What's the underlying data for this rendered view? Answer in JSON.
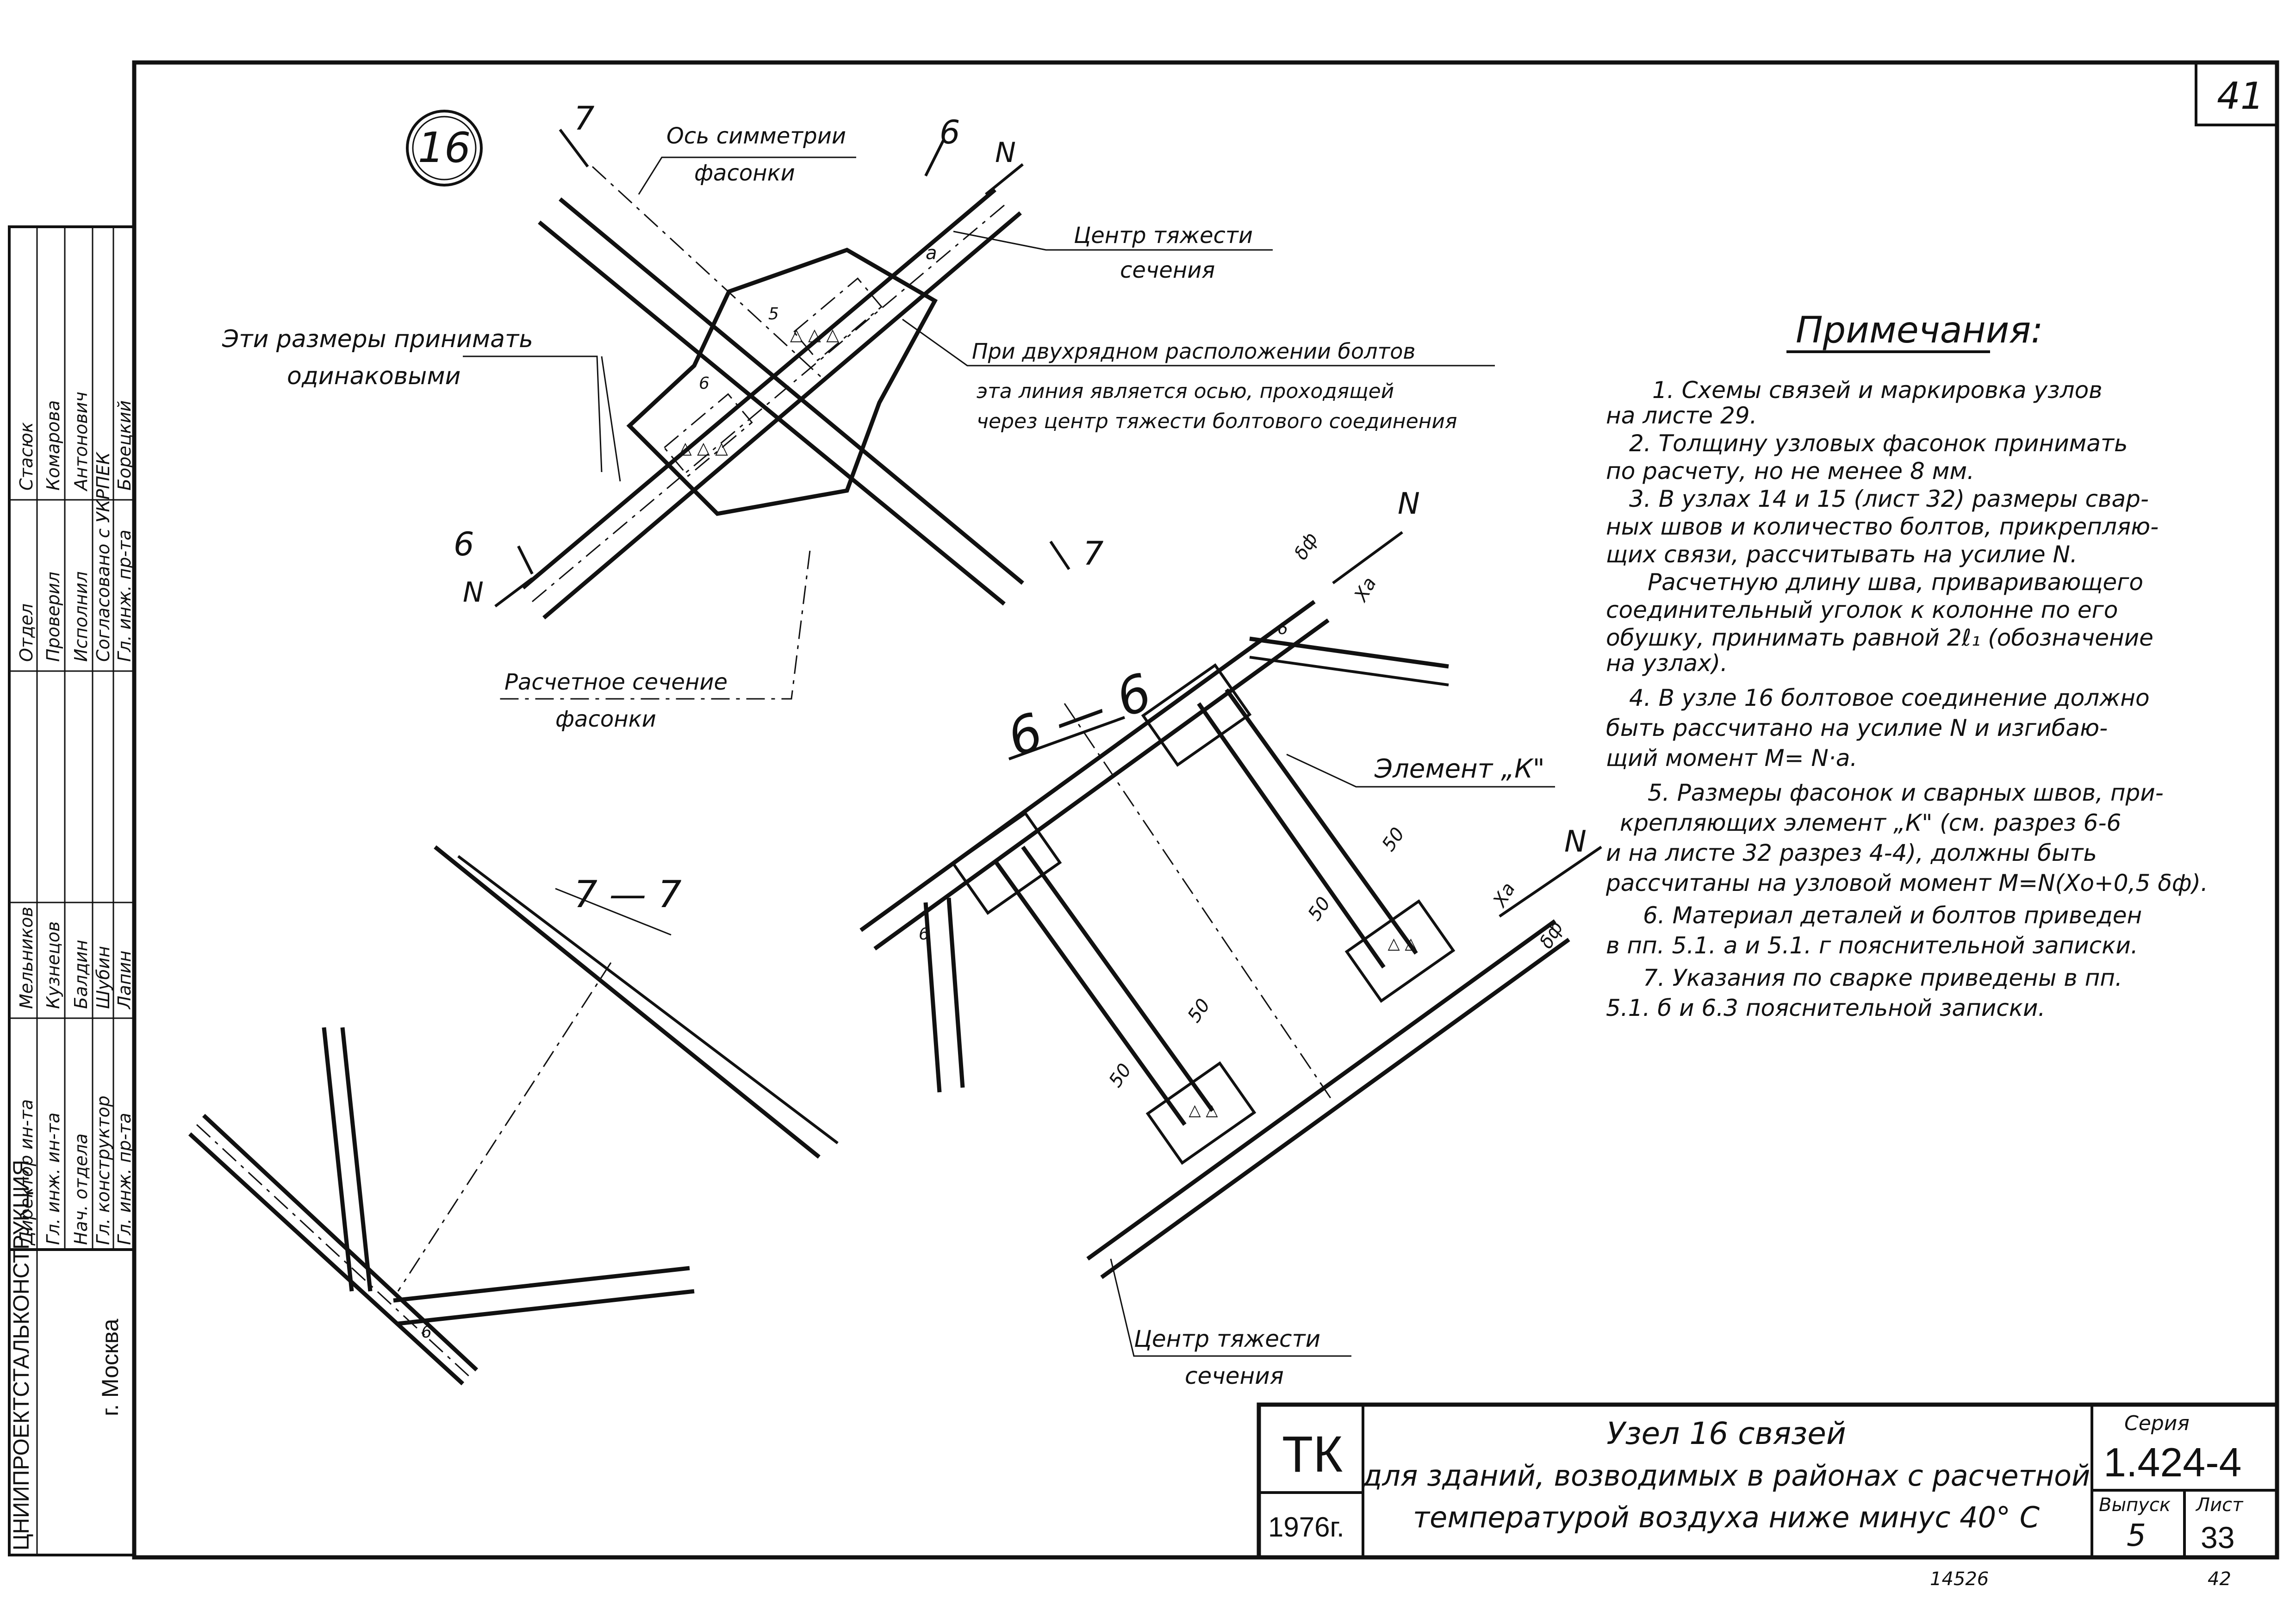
{
  "sheet_number_corner": "41",
  "node_badge": "16",
  "top_detail": {
    "axis_label_1": "Ось симметрии",
    "axis_label_2": "фасонки",
    "centroid_label_1": "Центр тяжести",
    "centroid_label_2": "сечения",
    "equal_sizes_1": "Эти размеры принимать",
    "equal_sizes_2": "одинаковыми",
    "bolt_note_1": "При двухрядном расположении болтов",
    "bolt_note_2": "эта линия является осью, проходящей",
    "bolt_note_3": "через центр тяжести болтового соединения",
    "design_section_1": "Расчетное сечение",
    "design_section_2": "фасонки",
    "cut_7": "7",
    "cut_6": "6",
    "force_n": "N",
    "dim_5": "5",
    "dim_6": "6",
    "dim_a": "а"
  },
  "section_66": {
    "title": "6 — 6",
    "element_k": "Элемент „К\"",
    "force_n": "N",
    "delta_f": "δф",
    "x0": "Ха",
    "dim_50": "50",
    "dim_6": "6",
    "centroid_label_1": "Центр тяжести",
    "centroid_label_2": "сечения"
  },
  "section_77": {
    "title": "7 — 7",
    "dim_6": "6"
  },
  "notes": {
    "heading": "Примечания:",
    "lines": [
      "1. Схемы связей и маркировка узлов",
      "на листе 29.",
      "2. Толщину узловых фасонок принимать",
      "по расчету, но не менее 8 мм.",
      "3. В узлах 14 и 15 (лист 32) размеры свар-",
      "ных швов и количество болтов, прикрепляю-",
      "щих связи, рассчитывать на усилие N.",
      "Расчетную длину шва, приваривающего",
      "соединительный уголок к колонне по его",
      "обушку, принимать равной 2ℓ₁ (обозначение",
      "на узлах).",
      "4. В узле 16 болтовое соединение должно",
      "быть рассчитано на усилие N и изгибаю-",
      "щий момент М= N·а.",
      "5. Размеры фасонок и сварных швов, при-",
      "крепляющих элемент „К\" (см. разрез 6-6",
      "и на листе 32 разрез 4-4), должны быть",
      "рассчитаны на узловой момент М=N(Хо+0,5 δф).",
      "6. Материал деталей и болтов приведен",
      "в пп. 5.1. а и 5.1. г пояснительной записки.",
      "7. Указания по сварке приведены в пп.",
      "5.1. б и 6.3 пояснительной записки."
    ]
  },
  "side_stamp": {
    "organization": "ЦНИИПРОЕКТСТАЛЬКОНСТРУКЦИЯ",
    "city": "г. Москва",
    "rows": [
      [
        "Директор ин-та",
        "Мельников",
        "Отдел",
        "Стасюк"
      ],
      [
        "Гл. инж. ин-та",
        "Кузнецов",
        "Проверил",
        "Комарова"
      ],
      [
        "Нач. отдела",
        "Балдин",
        "Исполнил",
        "Антонович"
      ],
      [
        "Гл. конструктор",
        "Шубин",
        "Согласовано с УКРПЕК",
        ""
      ],
      [
        "Гл. инж. пр-та",
        "Лапин",
        "Гл. инж. пр-та",
        "Борецкий"
      ]
    ]
  },
  "title_block": {
    "tk": "ТК",
    "year": "1976г.",
    "title_1": "Узел 16 связей",
    "title_2": "для зданий, возводимых в районах с расчетной",
    "title_3": "температурой воздуха ниже минус 40° С",
    "series_label": "Серия",
    "series_value": "1.424-4",
    "issue_label": "Выпуск",
    "issue_value": "5",
    "sheet_label": "Лист",
    "sheet_value": "33"
  },
  "footer": {
    "left_code": "14526",
    "right_code": "42"
  }
}
